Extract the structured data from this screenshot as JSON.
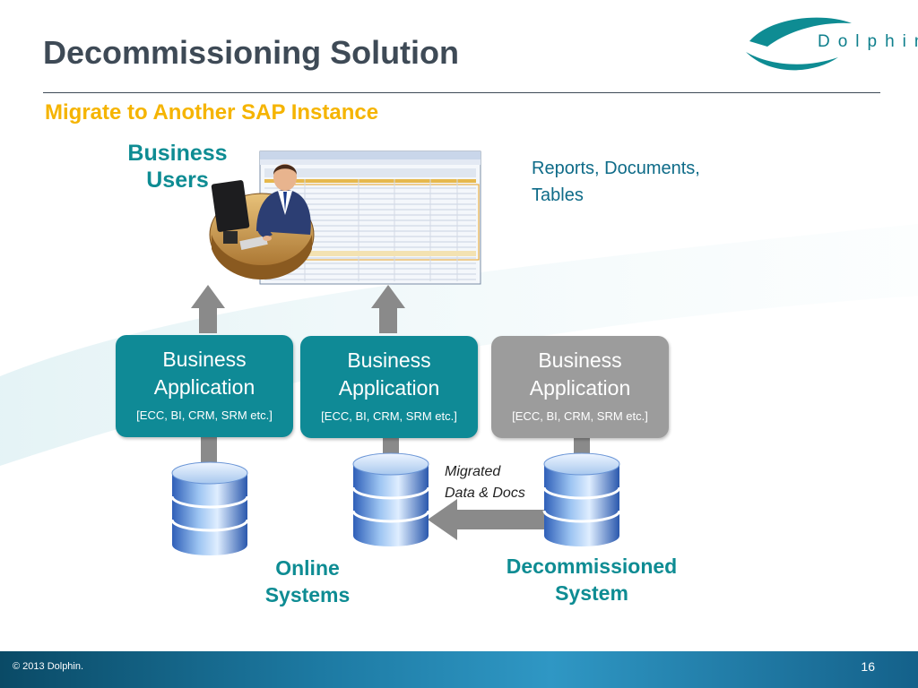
{
  "header": {
    "title": "Decommissioning Solution",
    "subtitle": "Migrate to Another SAP Instance",
    "logo_text": "Dolphin"
  },
  "diagram": {
    "users_label_line1": "Business",
    "users_label_line2": "Users",
    "reports_line1": "Reports, Documents,",
    "reports_line2": "Tables",
    "apps": [
      {
        "title_line1": "Business",
        "title_line2": "Application",
        "subtitle": "[ECC, BI, CRM, SRM etc.]"
      },
      {
        "title_line1": "Business",
        "title_line2": "Application",
        "subtitle": "[ECC, BI, CRM, SRM etc.]"
      },
      {
        "title_line1": "Business",
        "title_line2": "Application",
        "subtitle": "[ECC, BI, CRM, SRM etc.]"
      }
    ],
    "migrated_line1": "Migrated",
    "migrated_line2": "Data & Docs",
    "online_line1": "Online",
    "online_line2": "Systems",
    "decom_line1": "Decommissioned",
    "decom_line2": "System"
  },
  "footer": {
    "copyright": "© 2013 Dolphin.",
    "page_number": "16"
  },
  "colors": {
    "teal": "#0f8a96",
    "gray_box": "#9c9c9c",
    "title": "#3e4a56",
    "subtitle": "#f5b400"
  }
}
